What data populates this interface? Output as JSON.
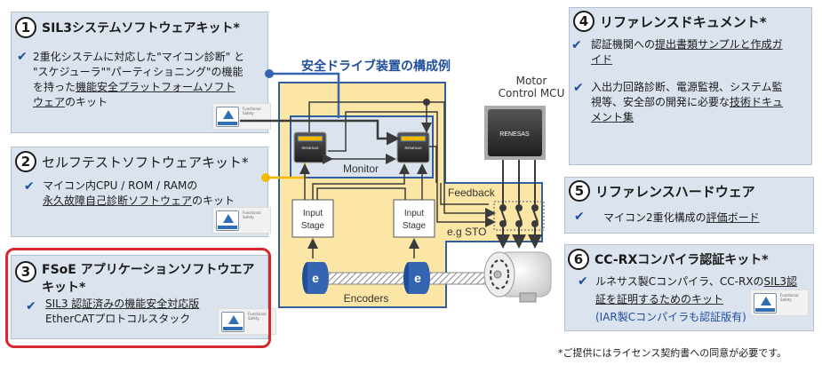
{
  "cards": [
    {
      "number": "1",
      "title": "SIL3システムソフトウェアキット*",
      "bullets": [
        {
          "line1": "2重化システムに対応した\"マイコン診断\" と",
          "line2": "\"スケジューラ\"\"パーティショニング\"の機能",
          "line3_plain": "を持った",
          "line3_link": "機能安全プラットフォームソフト",
          "line4_link": "ウェア",
          "line4_plain": "のキット"
        }
      ],
      "badge": true
    },
    {
      "number": "2",
      "title": "セルフテストソフトウェアキット*",
      "bullets": [
        {
          "line1": "マイコン内CPU / ROM / RAMの",
          "line2_link": "永久故障自己診断ソフトウェア",
          "line2_plain": "のキット"
        }
      ],
      "badge": true
    },
    {
      "number": "3",
      "title_line1": "FSoE アプリケーションソフトウエア",
      "title_line2": "キット*",
      "bullets": [
        {
          "line1_link": "SIL3 認証済みの機能安全対応版",
          "line2": "EtherCATプロトコルスタック"
        }
      ],
      "badge": true,
      "highlighted": true,
      "highlight_color": "#d6282f"
    },
    {
      "number": "4",
      "title": "リファレンスドキュメント*",
      "bullets": [
        {
          "line1_plain": "認証機関への",
          "line1_link": "提出書類サンプルと作成ガ",
          "line2_link": "イド"
        },
        {
          "line1": "入出力回路診断、電源監視、システム監",
          "line2_plain": "視等、安全部の開発に必要な",
          "line2_link": "技術ドキュ",
          "line3_link": "メント集"
        }
      ],
      "badge": false
    },
    {
      "number": "5",
      "title": "リファレンスハードウェア",
      "bullets": [
        {
          "line1_plain": "マイコン2重化構成の",
          "line1_link": "評価ボード"
        }
      ],
      "badge": false
    },
    {
      "number": "6",
      "title": "CC-RXコンパイラ認証キット*",
      "bullets": [
        {
          "line1_plain": "ルネサス製Cコンパイラ、CC-RXの",
          "line1_link": "SIL3認",
          "line2_link": "証を証明するためのキット",
          "line3_note": "(IAR製Cコンパイラも認証版有)"
        }
      ],
      "badge": true
    }
  ],
  "badge": {
    "label_top": "Functional Safety",
    "label_bottom": "TÜVRheinland"
  },
  "diagram": {
    "title": "安全ドライブ装置の構成例",
    "mcu_label_line1": "Motor",
    "mcu_label_line2": "Control MCU",
    "chip_brand": "RENESAS",
    "monitor_label": "Monitor",
    "input_stage_line1": "Input",
    "input_stage_line2": "Stage",
    "feedback_label": "Feedback",
    "sto_label": "e.g STO",
    "encoders_label": "Encoders",
    "encoder_letter": "e",
    "colors": {
      "yellow_panel": "#fbe6a6",
      "blue_frame": "#2f5f9e",
      "monitor_bg": "#dbe3ee",
      "accent_yellow": "#f5b800",
      "accent_blue": "#3565b0",
      "line_dark": "#3a3a3a"
    }
  },
  "footnote": "*ご提供にはライセンス契約書への同意が必要です。"
}
